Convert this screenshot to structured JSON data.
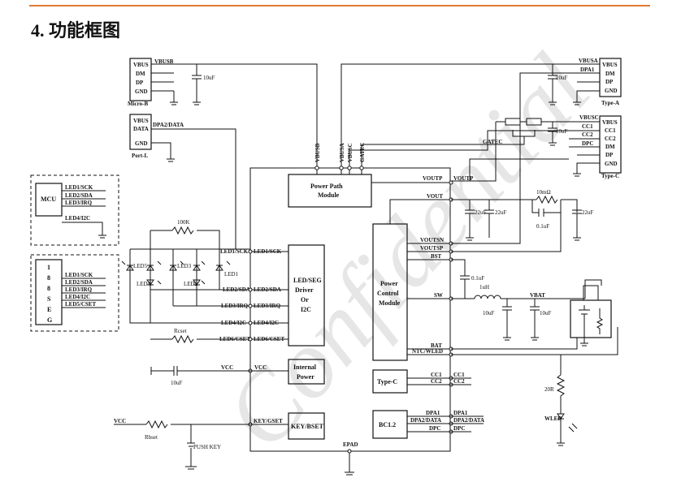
{
  "section_title": "4. 功能框图",
  "connectors": {
    "microb": {
      "pins": [
        "VBUS",
        "DM",
        "DP",
        "GND"
      ],
      "name": "Micro-B",
      "net": "VBUSB",
      "cap": "10uF"
    },
    "portl": {
      "pins": [
        "VBUS",
        "DATA",
        "GND"
      ],
      "name": "Port-L",
      "net": "DPA2/DATA"
    },
    "typea": {
      "pins": [
        "VBUS",
        "DM",
        "DP",
        "GND"
      ],
      "name": "Type-A",
      "nets": [
        "VBUSA",
        "DPA1"
      ],
      "cap": "10uF"
    },
    "typec": {
      "pins": [
        "VBUS",
        "CC1",
        "CC2",
        "DM",
        "DP",
        "GND"
      ],
      "name": "Type-C",
      "nets": [
        "VBUSC",
        "CC1",
        "CC2",
        "DPC"
      ],
      "cap": "10uF"
    }
  },
  "gatec": "GATEC",
  "vert_labels": [
    "VBUSB",
    "VBUSA",
    "VBUSC",
    "GATEC"
  ],
  "mcu": {
    "label": "MCU",
    "pins": [
      "LED1/SCK",
      "LED2/SDA",
      "LED3/IRQ",
      "LED4/I2C"
    ]
  },
  "seg": {
    "chars": [
      "1",
      "8",
      "8",
      "S",
      "E",
      "G"
    ],
    "pins": [
      "LED1/SCK",
      "LED2/SDA",
      "LED3/IRQ",
      "LED4/I2C",
      "LED5/CSET"
    ]
  },
  "modules": {
    "power_path": [
      "Power Path",
      "Module"
    ],
    "led_driver": [
      "LED/SEG",
      "Driver",
      "Or",
      "I2C"
    ],
    "internal_power": [
      "Internal",
      "Power"
    ],
    "key_bset": "KEY/BSET",
    "power_control": [
      "Power",
      "Control",
      "Module"
    ],
    "typec": "Type-C",
    "bc12": "BC1.2"
  },
  "led_pins": [
    "LED1/SCK",
    "LED2/SDA",
    "LED3/IRQ",
    "LED4/I2C",
    "LED6/CSET"
  ],
  "leds": [
    "LED5",
    "LED4",
    "LED3",
    "LED2",
    "LED1"
  ],
  "res_100k": "100K",
  "rcset": "Rcset",
  "vcc": "VCC",
  "cap_vcc": "10uF",
  "key_pin": "KEY/GSET",
  "rbset": "Rbset",
  "push_key": "PUSH KEY",
  "pc_pins": [
    "VOUTP",
    "VOUT",
    "VOUTSN",
    "VOUTSP",
    "BST",
    "SW",
    "BAT",
    "NTC/WLED"
  ],
  "vout_caps": [
    "22uF",
    "22uF",
    "22uF"
  ],
  "r_10m": "10mΩ",
  "c_01uf": "0.1uF",
  "c_bst": "0.1uF",
  "inductor": "1uH",
  "bat_cap": "10uF",
  "vbat": "VBAT",
  "vbat_cap": "10uF",
  "r_20r": "20R",
  "wled": "WLED",
  "typec_pins": [
    "CC1",
    "CC2"
  ],
  "bc_pins": [
    "DPA1",
    "DPA2/DATA",
    "DPC"
  ],
  "epad": "EPAD",
  "watermark": "Confidential"
}
